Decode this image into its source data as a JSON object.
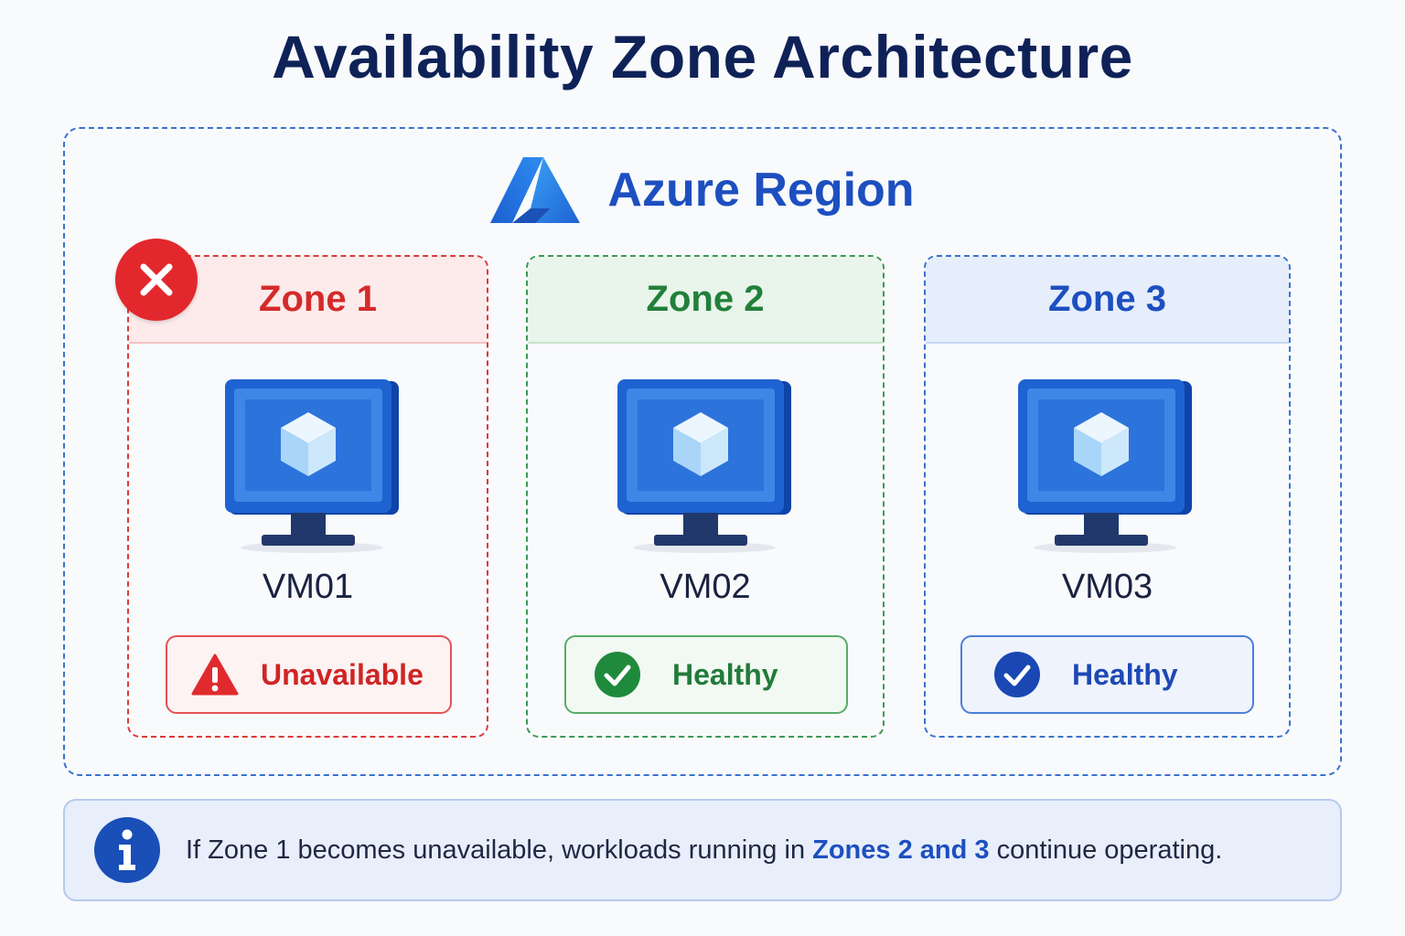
{
  "title": "Availability Zone Architecture",
  "region": {
    "logo_icon": "azure-logo-icon",
    "title": "Azure Region"
  },
  "zones": [
    {
      "name": "Zone 1",
      "vm": "VM01",
      "status": "Unavailable",
      "status_icon": "warning-triangle-icon",
      "badge_icon": "error-x-icon",
      "color": "#d42a2a"
    },
    {
      "name": "Zone 2",
      "vm": "VM02",
      "status": "Healthy",
      "status_icon": "check-circle-icon",
      "color": "#22803a"
    },
    {
      "name": "Zone 3",
      "vm": "VM03",
      "status": "Healthy",
      "status_icon": "check-circle-icon",
      "color": "#1d4fc0"
    }
  ],
  "vm_icon": "virtual-machine-monitor-icon",
  "info": {
    "icon": "info-icon",
    "text_before": "If Zone 1 becomes unavailable, workloads running in ",
    "text_highlight": "Zones 2 and 3",
    "text_after": " continue operating."
  }
}
